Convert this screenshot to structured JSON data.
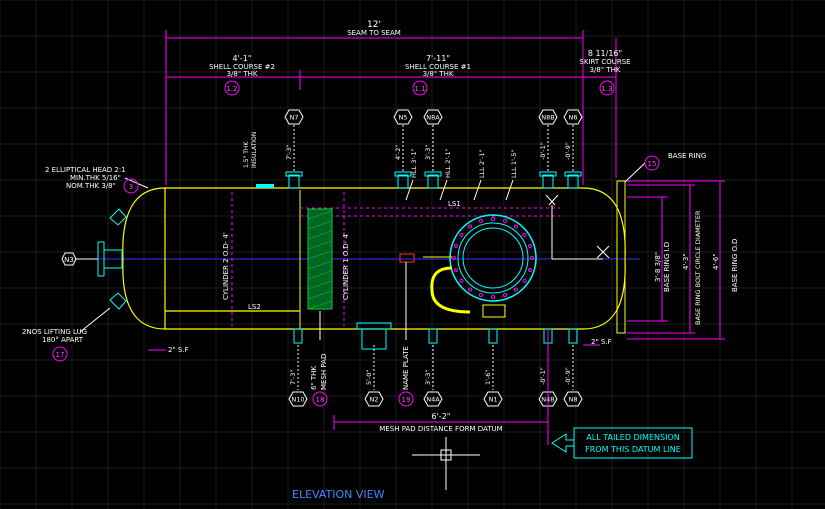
{
  "colors": {
    "background": "#000000",
    "grid": "#1c1c1c",
    "vessel": "#ffff00",
    "dimension": "#ff00ff",
    "annotation": "#ffffff",
    "nozzle": "#00ffff",
    "mesh_pad": "#00cc33",
    "centerline": "#3333ff",
    "callout_box": "#00ffff"
  },
  "overall_dim": {
    "value": "12'",
    "label": "SEAM TO SEAM"
  },
  "courses": [
    {
      "value": "4'-1\"",
      "name": "SHELL COURSE #2",
      "thk": "3/8\" THK",
      "tag": "1.2"
    },
    {
      "value": "7'-11\"",
      "name": "SHELL COURSE #1",
      "thk": "3/8\" THK",
      "tag": "1.1"
    },
    {
      "value": "8 11/16\"",
      "name": "SKIRT COURSE",
      "thk": "3/8\" THK",
      "tag": "1.3"
    }
  ],
  "head_note": {
    "line1": "2 ELLIPTICAL HEAD 2:1",
    "line2": "MIN.THK 5/16\"",
    "line3": "NOM.THK 3/8\"",
    "tag": "3"
  },
  "lifting_lug": {
    "line1": "2NOS LIFTING LUG",
    "line2": "180° APART",
    "tag": "17"
  },
  "base_ring": {
    "label": "BASE RING",
    "tag": "15"
  },
  "insulation": {
    "line1": "1.5\" THK",
    "line2": "INSULATION"
  },
  "shell_labels": {
    "cyl2": "CYLINDER 2 O.D- 4'",
    "cyl1": "CYLINDER 1 O.D- 4'",
    "ls1": "LS1",
    "ls2": "LS2",
    "sf_left": "2\" S.F",
    "sf_right": "2\" S.F"
  },
  "top_nozzles": [
    {
      "tag": "N7",
      "dim": "7'-3\""
    },
    {
      "tag": "N5",
      "dim": "4'-2\""
    },
    {
      "tag": "N8A",
      "dim": "3'-3\""
    },
    {
      "tag": "N8B",
      "dim": "-0'-1\""
    },
    {
      "tag": "N6",
      "dim": "-0'-9\""
    }
  ],
  "level_labels": [
    "HLL 3'-1\"",
    "HLL 2'-1\"",
    "LLL 2'-1\"",
    "LLL 1'-5\""
  ],
  "bottom_nozzles": [
    {
      "tag": "N10",
      "dim": "7'-3\""
    },
    {
      "tag": "N2",
      "dim": "5'-0\""
    },
    {
      "tag": "N4A",
      "dim": "3'-3\""
    },
    {
      "tag": "N1",
      "dim": "1'-6\""
    },
    {
      "tag": "N4B",
      "dim": "-0'-1\""
    },
    {
      "tag": "N8",
      "dim": "-0'-9\""
    }
  ],
  "mesh_pad": {
    "dim": "6\" THK",
    "label": "MESH PAD",
    "tag": "18",
    "distance_value": "6'-2\"",
    "distance_label": "MESH PAD DISTANCE FORM DATUM"
  },
  "name_plate": {
    "label": "NAME PLATE",
    "tag": "19"
  },
  "side_nozzle": {
    "tag": "N3"
  },
  "right_dims": {
    "ring_id_value": "3'-8 3/8\"",
    "ring_id_label": "BASE RING I.D",
    "bolt_circle_value": "4'-3\"",
    "bolt_circle_label": "BASE RING BOLT CIRCLE DIAMETER",
    "ring_od_value": "4'-6\"",
    "ring_od_label": "BASE RING O.D"
  },
  "callout": {
    "line1": "ALL TAILED DIMENSION",
    "line2": "FROM THIS DATUM LINE"
  },
  "view_title": "ELEVATION  VIEW"
}
